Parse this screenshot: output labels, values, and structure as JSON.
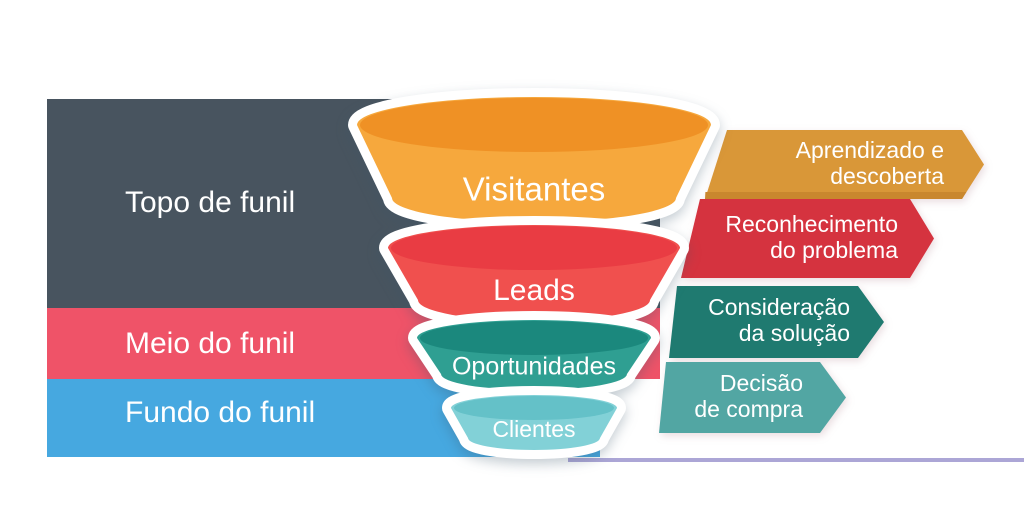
{
  "background_color": "#FFFFFF",
  "text_color": "#FFFFFF",
  "outline_color": "#FFFFFF",
  "divider_line_color": "#ACA6D6",
  "left_stages": [
    {
      "label": "Topo de funil",
      "color": "#48545F"
    },
    {
      "label": "Meio do funil",
      "color": "#EF5368"
    },
    {
      "label": "Fundo do funil",
      "color": "#46A8E0"
    }
  ],
  "funnel_stages": [
    {
      "label": "Visitantes",
      "body_color": "#F6A83D",
      "rim_color": "#EF9125"
    },
    {
      "label": "Leads",
      "body_color": "#F0504E",
      "rim_color": "#E93C43"
    },
    {
      "label": "Oportunidades",
      "body_color": "#2F9F92",
      "rim_color": "#1B887D"
    },
    {
      "label": "Clientes",
      "body_color": "#82D1D7",
      "rim_color": "#64C1C8"
    }
  ],
  "right_flow": [
    {
      "line1": "Aprendizado e",
      "line2": "descoberta",
      "color": "#D99738",
      "shade_color": "#C9872E"
    },
    {
      "line1": "Reconhecimento",
      "line2": "do problema",
      "color": "#D5333F"
    },
    {
      "line1": "Consideração",
      "line2": "da solução",
      "color": "#1F7A70"
    },
    {
      "line1": "Decisão",
      "line2": "de compra",
      "color": "#52A6A3"
    }
  ]
}
